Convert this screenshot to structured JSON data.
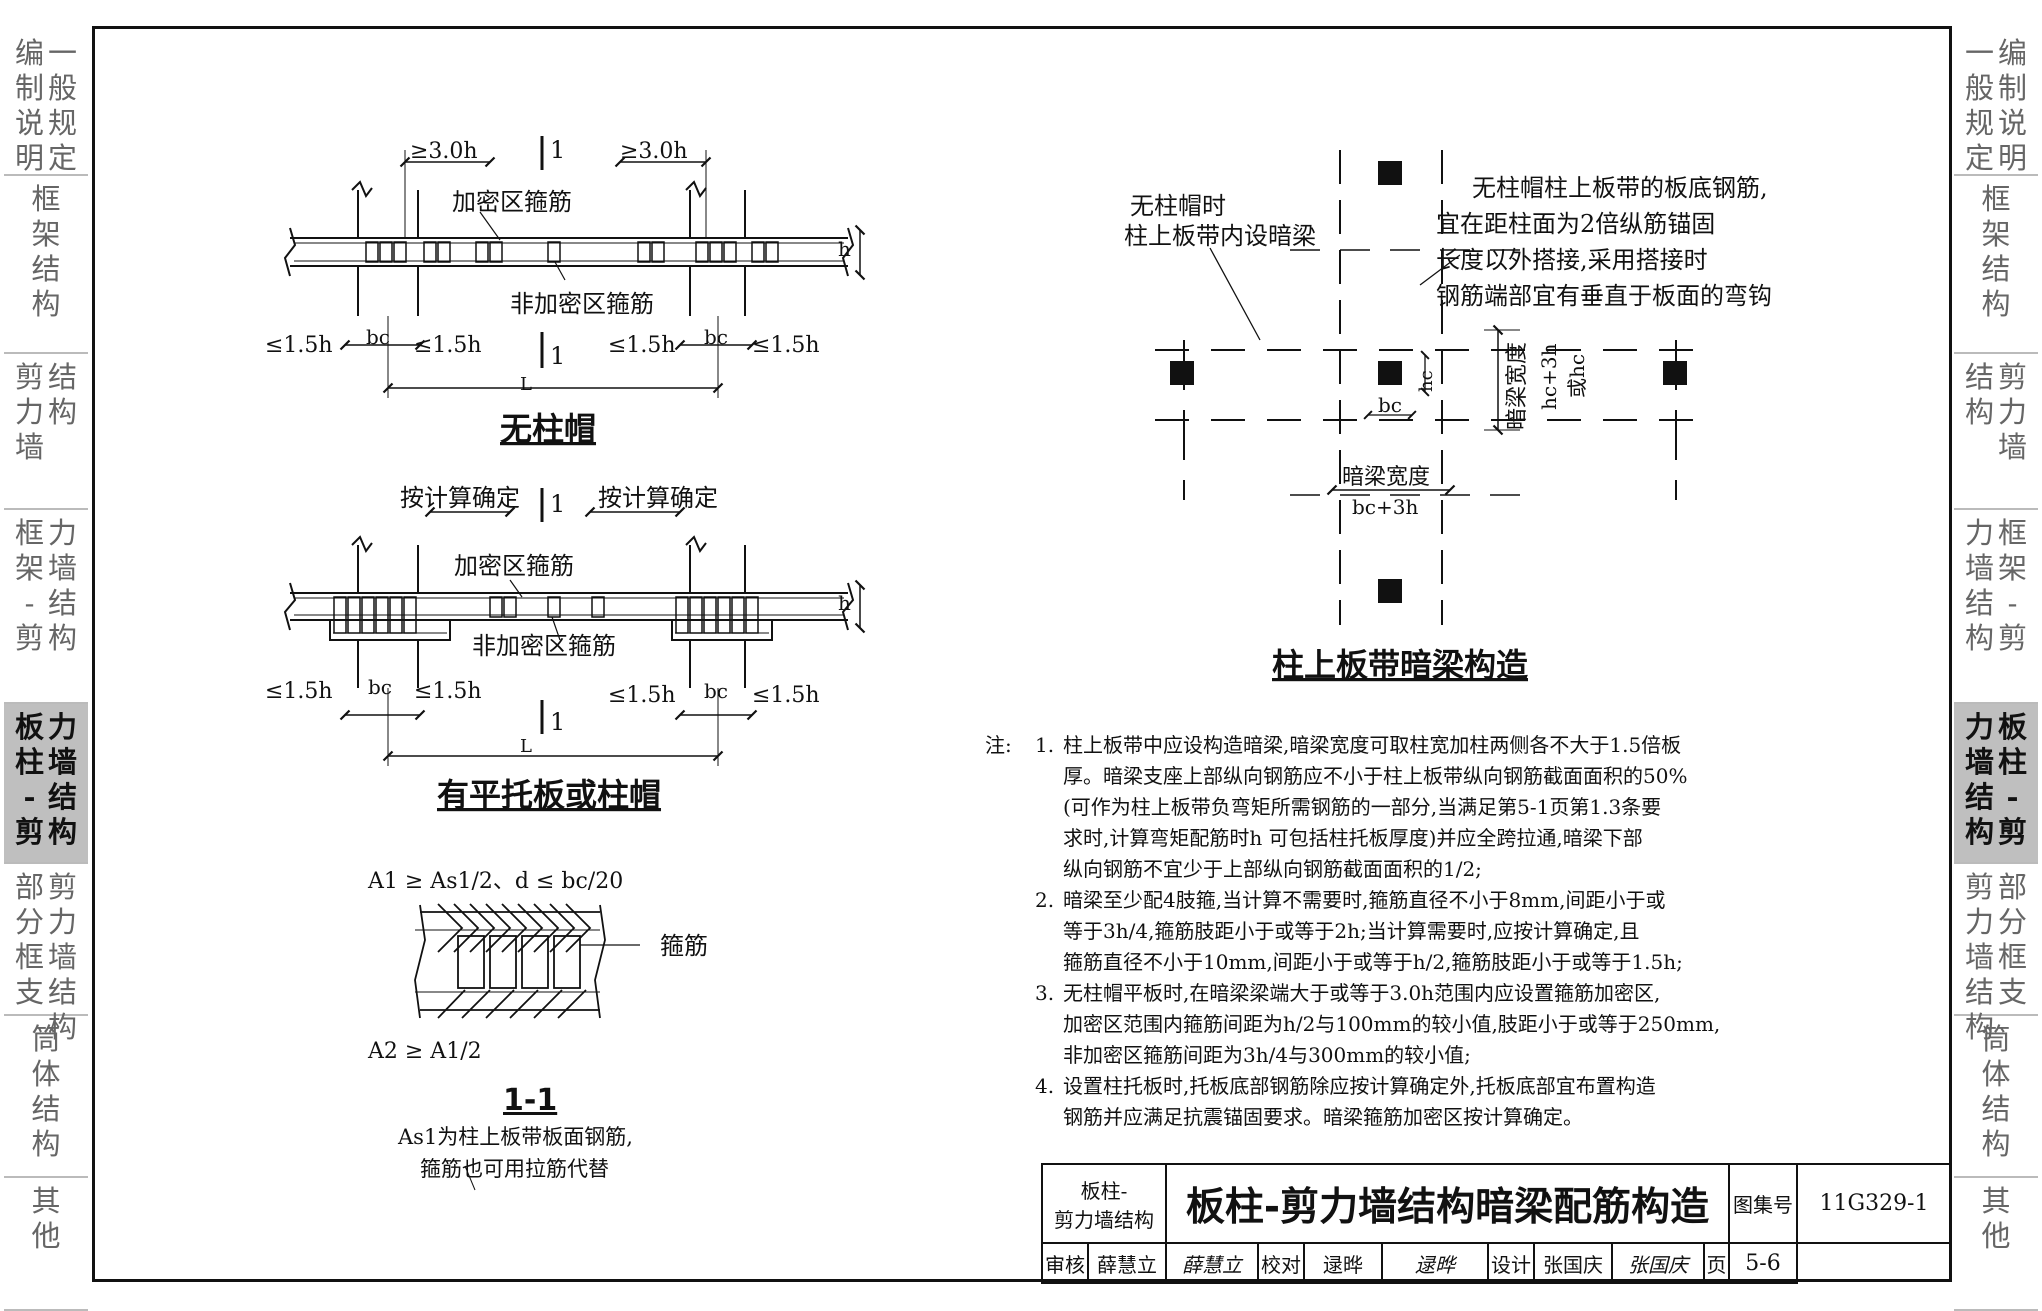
{
  "side_tabs": [
    {
      "lines": [
        "一般规定",
        "编制说明"
      ],
      "active": false
    },
    {
      "lines": [
        "框架结构"
      ],
      "active": false
    },
    {
      "lines": [
        "结构",
        "剪力墙"
      ],
      "active": false
    },
    {
      "lines": [
        "力墙结构",
        "框架-剪"
      ],
      "active": false
    },
    {
      "lines": [
        "力墙结构",
        "板柱-剪"
      ],
      "active": true
    },
    {
      "lines": [
        "剪力墙结构",
        "部分框支"
      ],
      "active": false
    },
    {
      "lines": [
        "筒体结构"
      ],
      "active": false
    },
    {
      "lines": [
        "其他"
      ],
      "active": false
    }
  ],
  "fig1": {
    "title": "无柱帽",
    "dim_dense_left": "≥3.0h",
    "dim_dense_right": "≥3.0h",
    "section_mark": "1",
    "label_dense": "加密区箍筋",
    "label_nondense": "非加密区箍筋",
    "h": "h",
    "le15": "≤1.5h",
    "bc": "bc",
    "L": "L"
  },
  "fig2": {
    "title": "有平托板或柱帽",
    "dim_calc_left": "按计算确定",
    "dim_calc_right": "按计算确定",
    "section_mark": "1",
    "label_dense": "加密区箍筋",
    "label_nondense": "非加密区箍筋",
    "h": "h",
    "le15": "≤1.5h",
    "bc": "bc",
    "L": "L"
  },
  "fig3": {
    "formula_top": "A1 ≥ As1/2、d ≤ bc/20",
    "formula_bottom": "A2 ≥ A1/2",
    "label_stirrup": "箍筋",
    "title": "1-1",
    "caption": [
      "As1为柱上板带板面钢筋,",
      "箍筋也可用拉筋代替"
    ]
  },
  "fig4": {
    "title": "柱上板带暗梁构造",
    "label_left": [
      "无柱帽时",
      "柱上板带内设暗梁"
    ],
    "label_right": [
      "无柱帽柱上板带的板底钢筋,",
      "宜在距柱面为2倍纵筋锚固",
      "长度以外搭接,采用搭接时",
      "钢筋端部宜有垂直于板面的弯钩"
    ],
    "hc": "hc",
    "bc": "bc",
    "vert_width_label": "暗梁宽度",
    "vert_width_value": [
      "hc+3h",
      "或hc"
    ],
    "horiz_width_label": "暗梁宽度",
    "horiz_width_value": "bc+3h"
  },
  "notes": {
    "lead": "注:",
    "items": [
      {
        "num": "1.",
        "lines": [
          "柱上板带中应设构造暗梁,暗梁宽度可取柱宽加柱两侧各不大于1.5倍板",
          "厚。暗梁支座上部纵向钢筋应不小于柱上板带纵向钢筋截面面积的50%",
          "(可作为柱上板带负弯矩所需钢筋的一部分,当满足第5-1页第1.3条要",
          "求时,计算弯矩配筋时h 可包括柱托板厚度)并应全跨拉通,暗梁下部",
          "纵向钢筋不宜少于上部纵向钢筋截面面积的1/2;"
        ]
      },
      {
        "num": "2.",
        "lines": [
          "暗梁至少配4肢箍,当计算不需要时,箍筋直径不小于8mm,间距小于或",
          "等于3h/4,箍筋肢距小于或等于2h;当计算需要时,应按计算确定,且",
          "箍筋直径不小于10mm,间距小于或等于h/2,箍筋肢距小于或等于1.5h;"
        ]
      },
      {
        "num": "3.",
        "lines": [
          "无柱帽平板时,在暗梁梁端大于或等于3.0h范围内应设置箍筋加密区,",
          "加密区范围内箍筋间距为h/2与100mm的较小值,肢距小于或等于250mm,",
          "非加密区箍筋间距为3h/4与300mm的较小值;"
        ]
      },
      {
        "num": "4.",
        "lines": [
          "设置柱托板时,托板底部钢筋除应按计算确定外,托板底部宜布置构造",
          "钢筋并应满足抗震锚固要求。暗梁箍筋加密区按计算确定。"
        ]
      }
    ]
  },
  "title_block": {
    "category": [
      "板柱-",
      "剪力墙结构"
    ],
    "drawing_title": "板柱-剪力墙结构暗梁配筋构造",
    "atlas_label": "图集号",
    "atlas_no": "11G329-1",
    "review_label": "审核",
    "review_name": "薛慧立",
    "review_sig": "薛慧立",
    "check_label": "校对",
    "check_name": "逯晔",
    "check_sig": "逯晔",
    "design_label": "设计",
    "design_name": "张国庆",
    "design_sig": "张国庆",
    "page_label": "页",
    "page_no": "5-6"
  }
}
